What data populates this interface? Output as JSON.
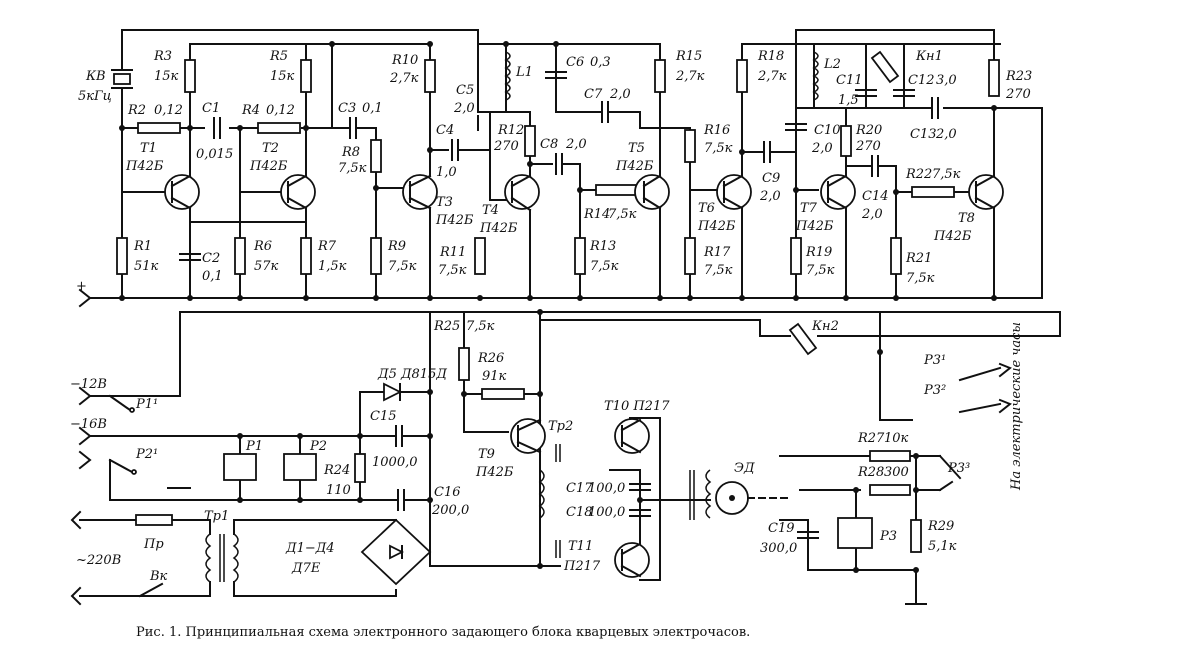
{
  "caption": "Рис. 1. Принципиальная схема электронного задающего блока кварцевых электрочасов.",
  "labels": {
    "crystal": [
      "КВ",
      "5кГц"
    ],
    "plus": "+",
    "minus12": "−12В",
    "minus16": "−16В",
    "mains": "~220В",
    "fuse": "Пр",
    "switch": "Вк",
    "clocks": "На электрические часы",
    "ed": "ЭД",
    "r1": [
      "R1",
      "51к"
    ],
    "r2": [
      "R2",
      "0,12"
    ],
    "r3": [
      "R3",
      "15к"
    ],
    "r4": [
      "R4",
      "0,12"
    ],
    "r5": [
      "R5",
      "15к"
    ],
    "r6": [
      "R6",
      "57к"
    ],
    "r7": [
      "R7",
      "1,5к"
    ],
    "r8": [
      "R8",
      "7,5к"
    ],
    "r9": [
      "R9",
      "7,5к"
    ],
    "r10": [
      "R10",
      "2,7к"
    ],
    "r11": [
      "R11",
      "7,5к"
    ],
    "r12": [
      "R12",
      "270"
    ],
    "r13": [
      "R13",
      "7,5к"
    ],
    "r14": [
      "R14",
      "7,5к"
    ],
    "r15": [
      "R15",
      "2,7к"
    ],
    "r16": [
      "R16",
      "7,5к"
    ],
    "r17": [
      "R17",
      "7,5к"
    ],
    "r18": [
      "R18",
      "2,7к"
    ],
    "r19": [
      "R19",
      "7,5к"
    ],
    "r20": [
      "R20",
      "270"
    ],
    "r21": [
      "R21",
      "7,5к"
    ],
    "r22": [
      "R22",
      "7,5к"
    ],
    "r23": [
      "R23",
      "270"
    ],
    "r24": [
      "R24",
      "110"
    ],
    "r25": [
      "R25",
      "7,5к"
    ],
    "r26": [
      "R26",
      "91к"
    ],
    "r27": [
      "R27",
      "10к"
    ],
    "r28": [
      "R28",
      "300"
    ],
    "r29": [
      "R29",
      "5,1к"
    ],
    "c1": [
      "C1",
      "0,015"
    ],
    "c2": [
      "C2",
      "0,1"
    ],
    "c3": [
      "C3",
      "0,1"
    ],
    "c4": [
      "C4",
      "1,0"
    ],
    "c5": [
      "C5",
      "2,0"
    ],
    "c6": [
      "C6",
      "0,3"
    ],
    "c7": [
      "C7",
      "2,0"
    ],
    "c8": [
      "C8",
      "2,0"
    ],
    "c9": [
      "C9",
      "2,0"
    ],
    "c10": [
      "C10",
      "2,0"
    ],
    "c11": [
      "C11",
      "1,5"
    ],
    "c12": [
      "C12",
      "3,0"
    ],
    "c13": [
      "C13",
      "2,0"
    ],
    "c14": [
      "C14",
      "2,0"
    ],
    "c15": [
      "C15",
      "1000,0"
    ],
    "c16": [
      "C16",
      "200,0"
    ],
    "c17": [
      "C17",
      "100,0"
    ],
    "c18": [
      "C18",
      "100,0"
    ],
    "c19": [
      "C19",
      "300,0"
    ],
    "t1": [
      "T1",
      "П42Б"
    ],
    "t2": [
      "T2",
      "П42Б"
    ],
    "t3": [
      "T3",
      "П42Б"
    ],
    "t4": [
      "T4",
      "П42Б"
    ],
    "t5": [
      "T5",
      "П42Б"
    ],
    "t6": [
      "T6",
      "П42Б"
    ],
    "t7": [
      "T7",
      "П42Б"
    ],
    "t8": [
      "T8",
      "П42Б"
    ],
    "t9": [
      "T9",
      "П42Б"
    ],
    "t10": "T10 П217",
    "t11": [
      "T11",
      "П217"
    ],
    "l1": "L1",
    "l2": "L2",
    "kn1": "Кн1",
    "kn2": "Кн2",
    "d5": "Д5 Д815Д",
    "d14": [
      "Д1−Д4",
      "Д7Е"
    ],
    "tr1": "Тр1",
    "tr2": "Тр2",
    "p1": "P1",
    "p2": "P2",
    "p3": "P3",
    "p11": "P1¹",
    "p21": "P2¹",
    "p31": "P3¹",
    "p32": "P3²",
    "p33": "P3³"
  }
}
